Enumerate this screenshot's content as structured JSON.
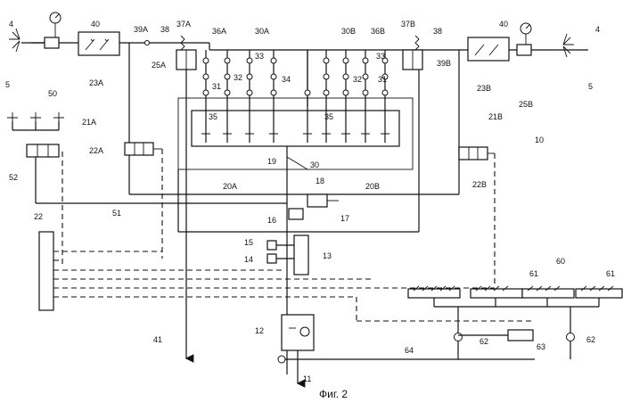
{
  "figure": {
    "caption": "Фиг. 2"
  },
  "labels": {
    "l40a": "40",
    "l39a": "39A",
    "l38a": "38",
    "l37a": "37A",
    "l36a": "36A",
    "l30a": "30A",
    "l30b": "30B",
    "l36b": "36B",
    "l37b": "37B",
    "l38b": "38",
    "l40b": "40",
    "l4a": "4",
    "l4b": "4",
    "l5a": "5",
    "l5b": "5",
    "l39b": "39B",
    "l25a": "25A",
    "l23a": "23A",
    "l33a": "33",
    "l33b": "33",
    "l31a": "31",
    "l32a": "32",
    "l34": "34",
    "l32b": "32",
    "l31b": "31",
    "l23b": "23B",
    "l25b": "25B",
    "l50": "50",
    "l35a": "35",
    "l35b": "35",
    "l21a": "21A",
    "l21b": "21B",
    "l10": "10",
    "l22a": "22A",
    "l19": "19",
    "l30": "30",
    "l22b": "22B",
    "l52": "52",
    "l20a": "20A",
    "l18": "18",
    "l20b": "20B",
    "l16": "16",
    "l17": "17",
    "l51": "51",
    "l22": "22",
    "l15": "15",
    "l14": "14",
    "l13": "13",
    "l60": "60",
    "l61a": "61",
    "l61b": "61",
    "l41": "41",
    "l12": "12",
    "l62a": "62",
    "l62b": "62",
    "l63": "63",
    "l64": "64",
    "l11": "11"
  },
  "icons": [
    "spray-nozzle-icon",
    "pressure-gauge-icon",
    "valve-icon",
    "arrow-icon"
  ]
}
